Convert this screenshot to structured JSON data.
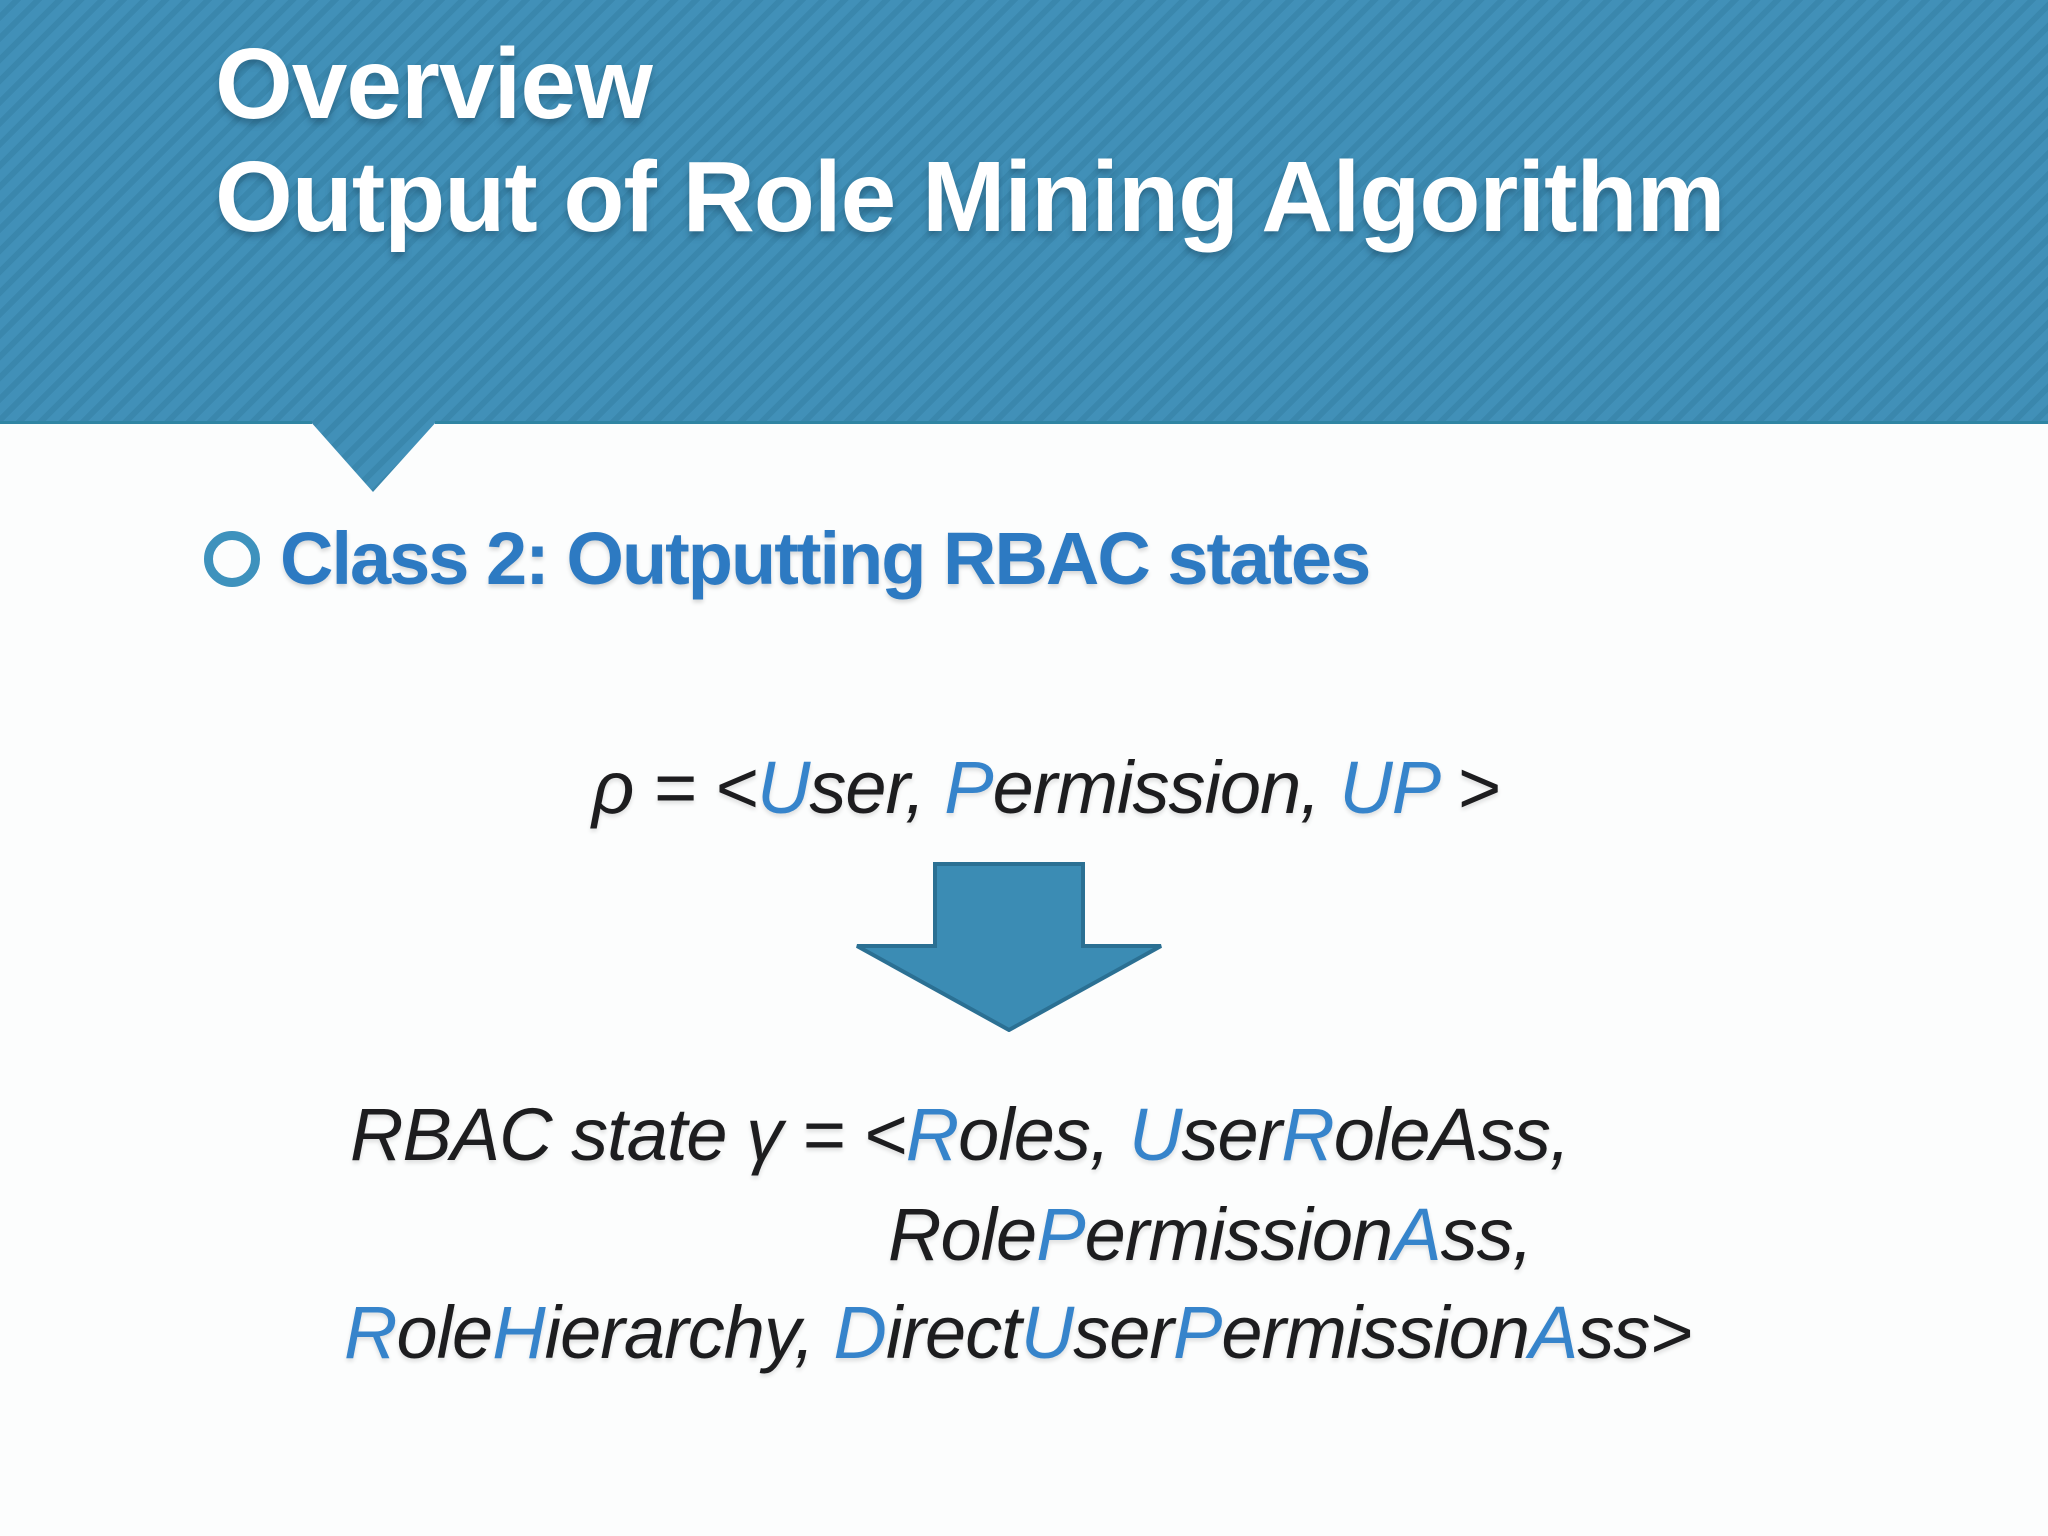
{
  "title": {
    "line1": "Overview",
    "line2": "Output of Role Mining Algorithm"
  },
  "bullet": {
    "label": "Class 2: Outputting RBAC states"
  },
  "formulas": {
    "rho": [
      {
        "t": "ρ = <",
        "c": "dark"
      },
      {
        "t": "U",
        "c": "accent"
      },
      {
        "t": "ser, ",
        "c": "dark"
      },
      {
        "t": "P",
        "c": "accent"
      },
      {
        "t": "ermission, ",
        "c": "dark"
      },
      {
        "t": "UP",
        "c": "accent"
      },
      {
        "t": " >",
        "c": "dark"
      }
    ],
    "state_line1": [
      {
        "t": "RBAC state γ = <",
        "c": "dark"
      },
      {
        "t": "R",
        "c": "accent"
      },
      {
        "t": "oles, ",
        "c": "dark"
      },
      {
        "t": "U",
        "c": "accent"
      },
      {
        "t": "ser",
        "c": "dark"
      },
      {
        "t": "R",
        "c": "accent"
      },
      {
        "t": "oleAss,",
        "c": "dark"
      }
    ],
    "state_line2": [
      {
        "t": "Role",
        "c": "dark"
      },
      {
        "t": "P",
        "c": "accent"
      },
      {
        "t": "ermission",
        "c": "dark"
      },
      {
        "t": "A",
        "c": "accent"
      },
      {
        "t": "ss,",
        "c": "dark"
      }
    ],
    "state_line3": [
      {
        "t": "R",
        "c": "accent"
      },
      {
        "t": "ole",
        "c": "dark"
      },
      {
        "t": "H",
        "c": "accent"
      },
      {
        "t": "ierarchy, ",
        "c": "dark"
      },
      {
        "t": "D",
        "c": "accent"
      },
      {
        "t": "irect",
        "c": "dark"
      },
      {
        "t": "U",
        "c": "accent"
      },
      {
        "t": "ser",
        "c": "dark"
      },
      {
        "t": "P",
        "c": "accent"
      },
      {
        "t": "ermission",
        "c": "dark"
      },
      {
        "t": "A",
        "c": "accent"
      },
      {
        "t": "ss>",
        "c": "dark"
      }
    ]
  },
  "icons": {
    "bullet": "open-circle-ring",
    "arrow": "block-down-arrow"
  },
  "colors": {
    "bg": "#fcfdfd",
    "header_base": "#4190b8",
    "header_stripe": "#3a87ad",
    "header_edge": "#2f85a3",
    "heading_blue": "#2d7ac2",
    "accent_text": "#3684cb",
    "body_text": "#1d1d1f",
    "arrow_fill": "#3b8cb4",
    "arrow_stroke": "#2b7093",
    "bullet_ring": "#3e92bd"
  }
}
